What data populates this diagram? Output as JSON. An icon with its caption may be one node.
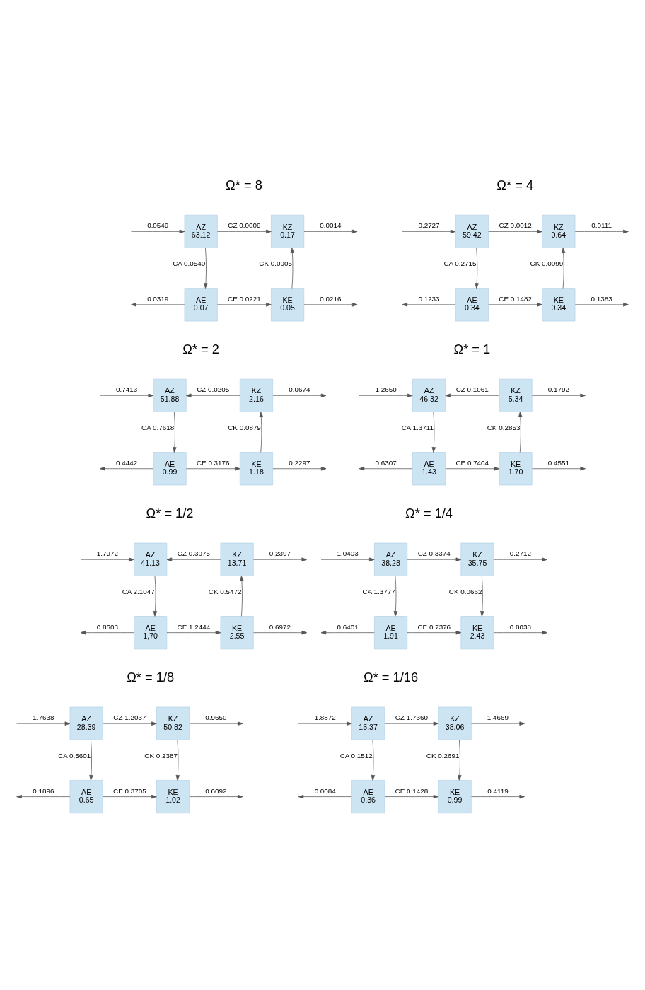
{
  "diagram": {
    "nodes": [
      {
        "text": [
          "AZ",
          "63.12"
        ]
      },
      {
        "text": [
          "KZ",
          "0.17"
        ]
      },
      {
        "text": [
          "AE",
          "0.07"
        ]
      },
      {
        "text": [
          "KE",
          "0.05"
        ]
      },
      {
        "text": [
          "AZ",
          "59.42"
        ]
      },
      {
        "text": [
          "KZ",
          "0.64"
        ]
      },
      {
        "text": [
          "AE",
          "0.34"
        ]
      },
      {
        "text": [
          "KE",
          "0.34"
        ]
      },
      {
        "text": [
          "AZ",
          "51.88"
        ]
      },
      {
        "text": [
          "KZ",
          "2.16"
        ]
      },
      {
        "text": [
          "AE",
          "0.99"
        ]
      },
      {
        "text": [
          "KE",
          "1.18"
        ]
      },
      {
        "text": [
          "AZ",
          "46.32"
        ]
      },
      {
        "text": [
          "KZ",
          "5.34"
        ]
      },
      {
        "text": [
          "AE",
          "1.43"
        ]
      },
      {
        "text": [
          "KE",
          "1.70"
        ]
      },
      {
        "text": [
          "AZ",
          "41.13"
        ]
      },
      {
        "text": [
          "KZ",
          "13.71"
        ]
      },
      {
        "text": [
          "AE",
          "1,70"
        ]
      },
      {
        "text": [
          "KE",
          "2.55"
        ]
      },
      {
        "text": [
          "AZ",
          "38.28"
        ]
      },
      {
        "text": [
          "KZ",
          "35.75"
        ]
      },
      {
        "text": [
          "AE",
          "1.91"
        ]
      },
      {
        "text": [
          "KE",
          "2.43"
        ]
      },
      {
        "text": [
          "AZ",
          "28.39"
        ]
      },
      {
        "text": [
          "KZ",
          "50.82"
        ]
      },
      {
        "text": [
          "AE",
          "0.65"
        ]
      },
      {
        "text": [
          "KE",
          "1.02"
        ]
      },
      {
        "text": [
          "AZ",
          "15.37"
        ]
      },
      {
        "text": [
          "KZ",
          "38.06"
        ]
      },
      {
        "text": [
          "AE",
          "0.36"
        ]
      },
      {
        "text": [
          "KE",
          "0.99"
        ]
      }
    ],
    "edges": [
      {
        "from": null,
        "to": 0,
        "arrow": "to",
        "label": "0.0549"
      },
      {
        "from": 0,
        "to": 1,
        "arrow": "to",
        "label": "CZ 0.0009"
      },
      {
        "from": 1,
        "to": null,
        "arrow": "to",
        "label": "0.0014"
      },
      {
        "from": 0,
        "to": 2,
        "arrow": "to",
        "label": "CA 0.0540"
      },
      {
        "from": 3,
        "to": 1,
        "arrow": "to",
        "label": "CK 0.0005"
      },
      {
        "from": 2,
        "to": null,
        "arrow": "to",
        "label": "0.0319"
      },
      {
        "from": 2,
        "to": 3,
        "arrow": "to",
        "label": "CE 0.0221"
      },
      {
        "from": 3,
        "to": null,
        "arrow": "to",
        "label": "0.0216"
      },
      {
        "from": null,
        "to": 4,
        "arrow": "to",
        "label": "0.2727"
      },
      {
        "from": 4,
        "to": 5,
        "arrow": "to",
        "label": "CZ 0.0012"
      },
      {
        "from": 5,
        "to": null,
        "arrow": "to",
        "label": "0.0111"
      },
      {
        "from": 4,
        "to": 6,
        "arrow": "to",
        "label": "CA 0.2715"
      },
      {
        "from": 7,
        "to": 5,
        "arrow": "to",
        "label": "CK 0.0099"
      },
      {
        "from": 6,
        "to": null,
        "arrow": "to",
        "label": "0.1233"
      },
      {
        "from": 6,
        "to": 7,
        "arrow": "to",
        "label": "CE 0.1482"
      },
      {
        "from": 7,
        "to": null,
        "arrow": "to",
        "label": "0.1383"
      },
      {
        "from": null,
        "to": 8,
        "arrow": "to",
        "label": "0.7413"
      },
      {
        "from": 9,
        "to": 8,
        "arrow": "to",
        "label": "CZ 0.0205"
      },
      {
        "from": 9,
        "to": null,
        "arrow": "to",
        "label": "0.0674"
      },
      {
        "from": 8,
        "to": 10,
        "arrow": "to",
        "label": "CA 0.7618"
      },
      {
        "from": 11,
        "to": 9,
        "arrow": "to",
        "label": "CK 0.0879"
      },
      {
        "from": 10,
        "to": null,
        "arrow": "to",
        "label": "0.4442"
      },
      {
        "from": 10,
        "to": 11,
        "arrow": "to",
        "label": "CE 0.3176"
      },
      {
        "from": 11,
        "to": null,
        "arrow": "to",
        "label": "0.2297"
      },
      {
        "from": null,
        "to": 12,
        "arrow": "to",
        "label": "1.2650"
      },
      {
        "from": 13,
        "to": 12,
        "arrow": "to",
        "label": "CZ 0.1061"
      },
      {
        "from": 13,
        "to": null,
        "arrow": "to",
        "label": "0.1792"
      },
      {
        "from": 12,
        "to": 14,
        "arrow": "to",
        "label": "CA 1.3711"
      },
      {
        "from": 15,
        "to": 13,
        "arrow": "to",
        "label": "CK 0.2853"
      },
      {
        "from": 14,
        "to": null,
        "arrow": "to",
        "label": "0.6307"
      },
      {
        "from": 14,
        "to": 15,
        "arrow": "to",
        "label": "CE 0.7404"
      },
      {
        "from": 15,
        "to": null,
        "arrow": "to",
        "label": "0.4551"
      },
      {
        "from": null,
        "to": 16,
        "arrow": "to",
        "label": "1.7972"
      },
      {
        "from": 17,
        "to": 16,
        "arrow": "to",
        "label": "CZ 0.3075"
      },
      {
        "from": 17,
        "to": null,
        "arrow": "to",
        "label": "0.2397"
      },
      {
        "from": 16,
        "to": 18,
        "arrow": "to",
        "label": "CA 2.1047"
      },
      {
        "from": 19,
        "to": 17,
        "arrow": "to",
        "label": "CK 0.5472"
      },
      {
        "from": 18,
        "to": null,
        "arrow": "to",
        "label": "0.8603"
      },
      {
        "from": 18,
        "to": 19,
        "arrow": "to",
        "label": "CE 1.2444"
      },
      {
        "from": 19,
        "to": null,
        "arrow": "to",
        "label": "0.6972"
      },
      {
        "from": null,
        "to": 20,
        "arrow": "to",
        "label": "1.0403"
      },
      {
        "from": 20,
        "to": 21,
        "arrow": "to",
        "label": "CZ 0.3374"
      },
      {
        "from": 21,
        "to": null,
        "arrow": "to",
        "label": "0.2712"
      },
      {
        "from": 20,
        "to": 22,
        "arrow": "to",
        "label": "CA 1.3777"
      },
      {
        "from": 21,
        "to": 23,
        "arrow": "to",
        "label": "CK 0.0662"
      },
      {
        "from": 22,
        "to": null,
        "arrow": "to",
        "label": "0.6401"
      },
      {
        "from": 22,
        "to": 23,
        "arrow": "to",
        "label": "CE 0.7376"
      },
      {
        "from": 23,
        "to": null,
        "arrow": "to",
        "label": "0.8038"
      },
      {
        "from": null,
        "to": 24,
        "arrow": "to",
        "label": "1.7638"
      },
      {
        "from": 24,
        "to": 25,
        "arrow": "to",
        "label": "CZ 1.2037"
      },
      {
        "from": 25,
        "to": null,
        "arrow": "to",
        "label": "0.9650"
      },
      {
        "from": 24,
        "to": 26,
        "arrow": "to",
        "label": "CA 0.5601"
      },
      {
        "from": 25,
        "to": 27,
        "arrow": "to",
        "label": "CK 0.2387"
      },
      {
        "from": 26,
        "to": null,
        "arrow": "to",
        "label": "0.1896"
      },
      {
        "from": 26,
        "to": 27,
        "arrow": "to",
        "label": "CE 0.3705"
      },
      {
        "from": 27,
        "to": null,
        "arrow": "to",
        "label": "0.6092"
      },
      {
        "from": null,
        "to": 28,
        "arrow": "to",
        "label": "1.8872"
      },
      {
        "from": 28,
        "to": 29,
        "arrow": "to",
        "label": "CZ 1.7360"
      },
      {
        "from": 29,
        "to": null,
        "arrow": "to",
        "label": "1.4669"
      },
      {
        "from": 28,
        "to": 30,
        "arrow": "to",
        "label": "CA 0.1512"
      },
      {
        "from": 29,
        "to": 31,
        "arrow": "to",
        "label": "CK 0.2691"
      },
      {
        "from": 30,
        "to": null,
        "arrow": "to",
        "label": "0.0084"
      },
      {
        "from": 30,
        "to": 31,
        "arrow": "to",
        "label": "CE 0.1428"
      },
      {
        "from": 31,
        "to": null,
        "arrow": "to",
        "label": "0.4119"
      }
    ],
    "labels": [
      "Ω* = 8",
      "Ω* = 4",
      "Ω* = 2",
      "Ω* = 1",
      "Ω* = 1/2",
      "Ω* = 1/4",
      "Ω* = 1/8",
      "Ω* = 1/16"
    ]
  }
}
